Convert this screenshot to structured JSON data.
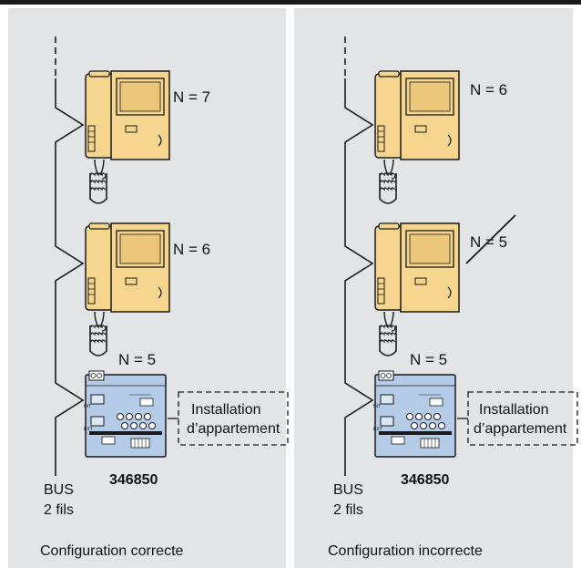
{
  "left": {
    "phone_top_label": "N = 7",
    "phone_mid_label": "N = 6",
    "module_label": "N = 5",
    "box_line1": "Installation",
    "box_line2": "d’appartement",
    "product_code": "346850",
    "bus_line1": "BUS",
    "bus_line2": "2 fils",
    "caption": "Configuration correcte"
  },
  "right": {
    "phone_top_label": "N = 6",
    "phone_mid_label": "N = 5",
    "module_label": "N = 5",
    "box_line1": "Installation",
    "box_line2": "d’appartement",
    "product_code": "346850",
    "bus_line1": "BUS",
    "bus_line2": "2 fils",
    "caption": "Configuration incorrecte"
  },
  "module_port_labels": {
    "int": "INT",
    "ext": "EXT"
  },
  "colors": {
    "phone_body": "#f6d58e",
    "module_body": "#b4cce8",
    "panel_bg": "#e3e4e6",
    "line": "#1a1a1a"
  }
}
